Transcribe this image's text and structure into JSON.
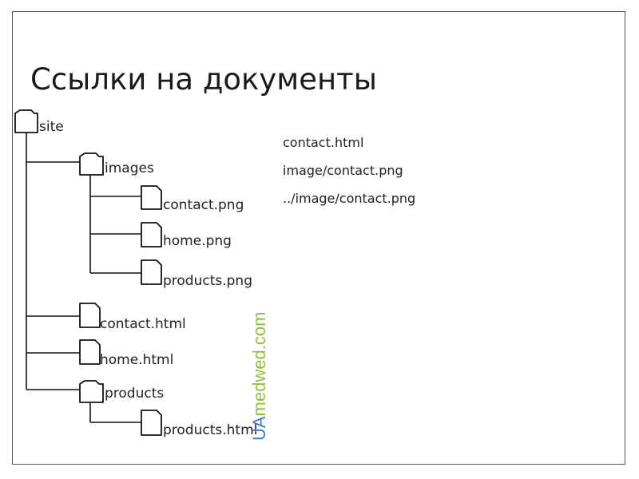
{
  "slide": {
    "title": "Ссылки на документы"
  },
  "tree": {
    "site": "site",
    "images": "images",
    "contact_png": "contact.png",
    "home_png": "home.png",
    "products_png": "products.png",
    "contact_html": "contact.html",
    "home_html": "home.html",
    "products": "products",
    "products_html": "products.html"
  },
  "paths": [
    "contact.html",
    "image/contact.png",
    "../image/contact.png"
  ],
  "watermark": {
    "part_a": "UA",
    "part_b": "medwed.com",
    "color_a": "#3a7bd5",
    "color_b": "#8fbf3a"
  }
}
